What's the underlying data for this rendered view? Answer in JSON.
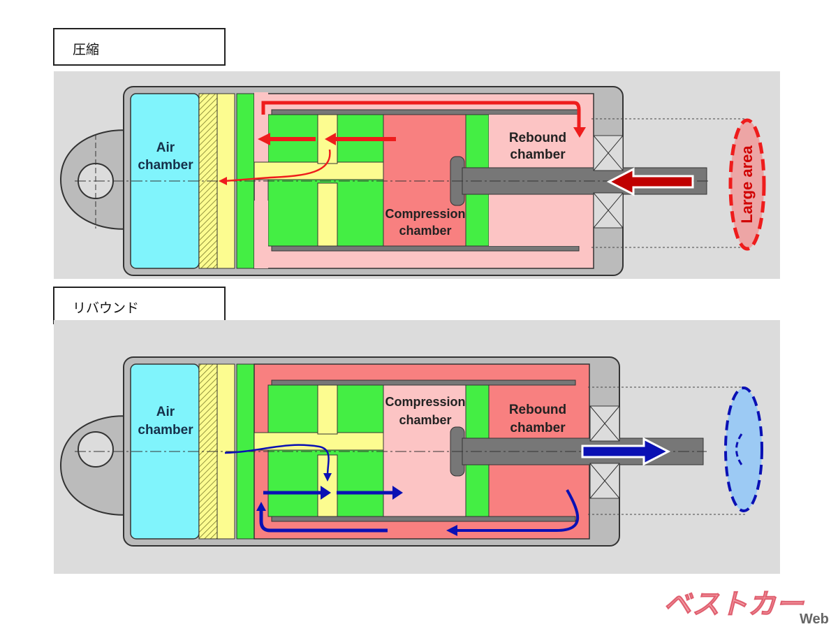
{
  "sections": [
    {
      "id": "compression",
      "title": "圧縮",
      "labels": {
        "air_chamber_1": "Air",
        "air_chamber_2": "chamber",
        "rebound_1": "Rebound",
        "rebound_2": "chamber",
        "compression_1": "Compression",
        "compression_2": "chamber",
        "area_label": "Large area"
      },
      "flow_color": "#ee1c1c",
      "rod_arrow_color": "#c00000",
      "rod_direction": "in"
    },
    {
      "id": "rebound",
      "title": "リバウンド",
      "labels": {
        "air_chamber_1": "Air",
        "air_chamber_2": "chamber",
        "rebound_1": "Rebound",
        "rebound_2": "chamber",
        "compression_1": "Compression",
        "compression_2": "chamber"
      },
      "flow_color": "#0a10b4",
      "rod_arrow_color": "#0a10b4",
      "rod_direction": "out"
    }
  ],
  "colors": {
    "air": "#80f4fc",
    "floating_piston": "#fcfc90",
    "valve_body": "#44ee44",
    "oil_light": "#fcc4c4",
    "oil_dark": "#f88080",
    "steel": "#888888",
    "panel": "#dcdcdc"
  },
  "watermark": {
    "brand": "ベストカー",
    "suffix": "Web"
  }
}
